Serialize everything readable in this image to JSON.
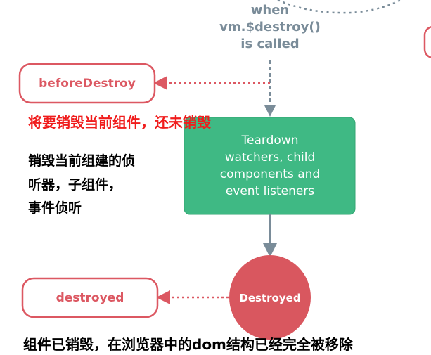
{
  "trigger": {
    "lines": [
      "when",
      "vm.$destroy()",
      "is called"
    ]
  },
  "hooks": {
    "before_destroy": "beforeDestroy",
    "destroyed": "destroyed"
  },
  "process": {
    "lines": [
      "Teardown",
      "watchers, child",
      "components and",
      "event listeners"
    ]
  },
  "state": {
    "destroyed": "Destroyed"
  },
  "annotations": {
    "before_destroy_note": "将要销毁当前组件，还未销毁",
    "teardown_note": [
      "销毁当前组建的侦",
      "听器，子组件，",
      "事件侦听"
    ],
    "destroyed_note": "组件已销毁，在浏览器中的dom结构已经完全被移除"
  },
  "colors": {
    "hook": "#dc5862",
    "process": "#3fb984",
    "arrow": "#7a8c99",
    "note_red": "#f01c1c"
  }
}
